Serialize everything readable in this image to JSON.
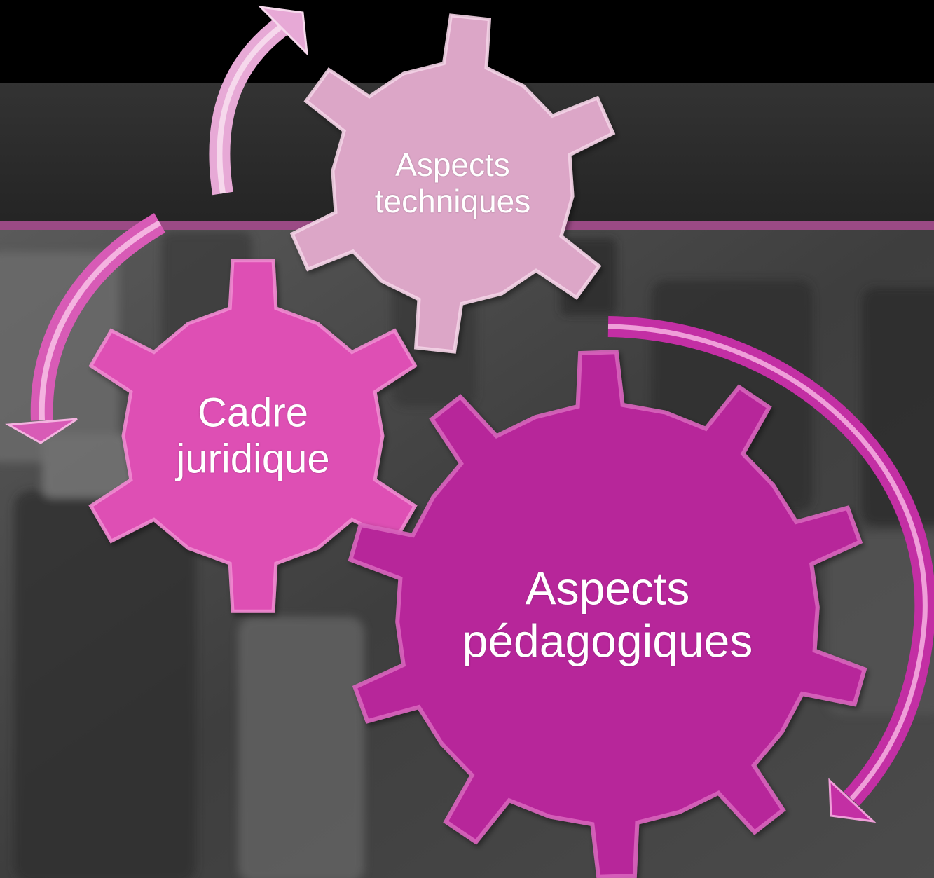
{
  "background": {
    "top_band_color": "#000000",
    "header_color": "#2b2b2b",
    "photo_tone": "#4a4a4a",
    "divider_color": "#a05089"
  },
  "gears": [
    {
      "id": "techniques",
      "line1": "Aspects",
      "line2": "techniques",
      "color": "#dca6c7",
      "highlight": "#f3d3e6",
      "teeth": 6
    },
    {
      "id": "juridique",
      "line1": "Cadre",
      "line2": "juridique",
      "color": "#de4fb4",
      "highlight": "#f08ad0",
      "teeth": 6
    },
    {
      "id": "pedagogiques",
      "line1": "Aspects",
      "line2": "pédagogiques",
      "color": "#b7279a",
      "highlight": "#d864bd",
      "teeth": 10
    }
  ],
  "arrows": {
    "light_color": "#e7a9d6",
    "dark_color": "#cf47ae"
  }
}
